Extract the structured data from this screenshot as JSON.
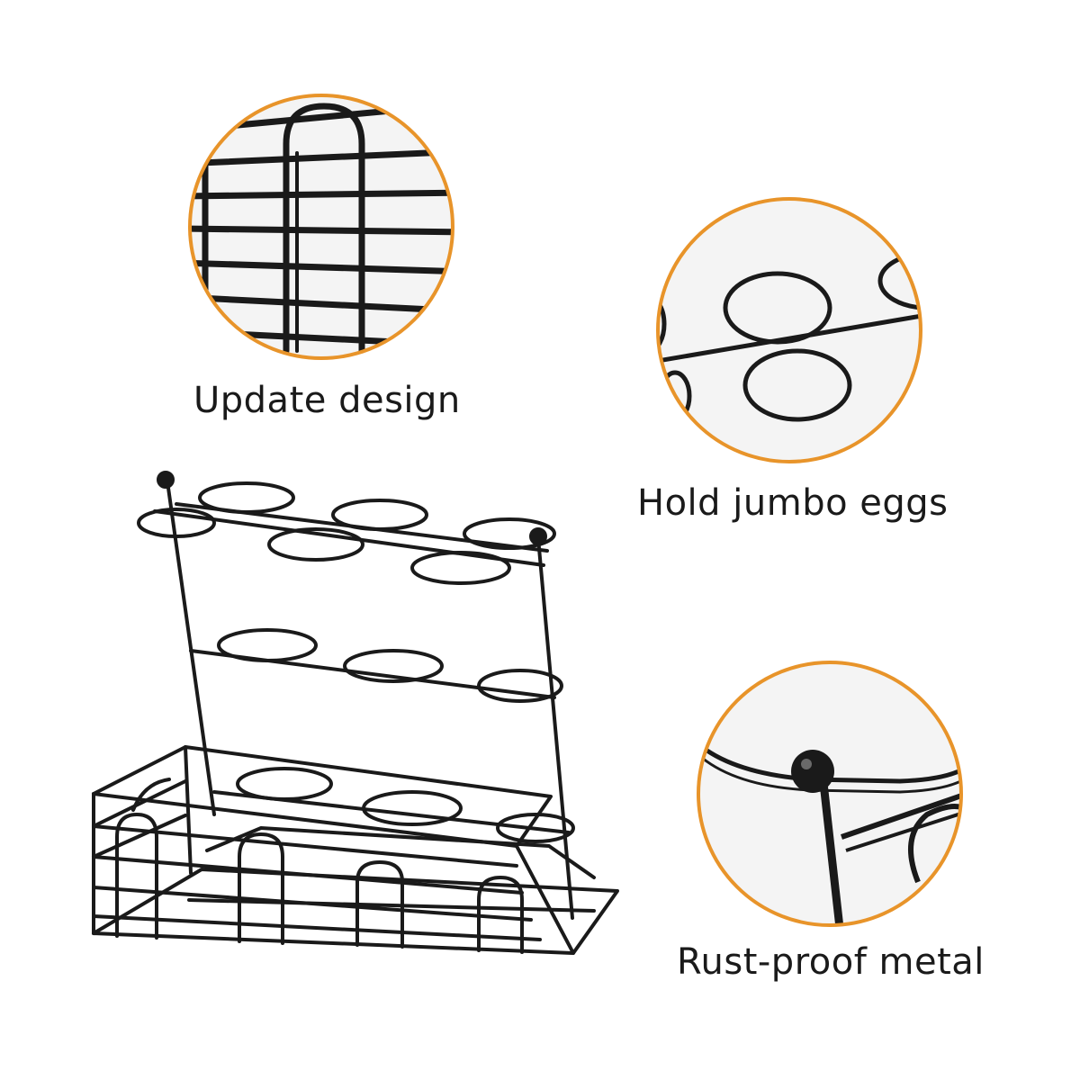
{
  "colors": {
    "background": "#ffffff",
    "ring_accent": "#e8942a",
    "wire": "#1a1a1a",
    "detail_fill": "#f2f2f2"
  },
  "features": [
    {
      "label": "Update design",
      "icon": "handle-closeup"
    },
    {
      "label": "Hold jumbo eggs",
      "icon": "rings-closeup"
    },
    {
      "label": "Rust-proof metal",
      "icon": "ball-finial-closeup"
    }
  ],
  "product": {
    "icon": "egg-rack-illustration"
  }
}
